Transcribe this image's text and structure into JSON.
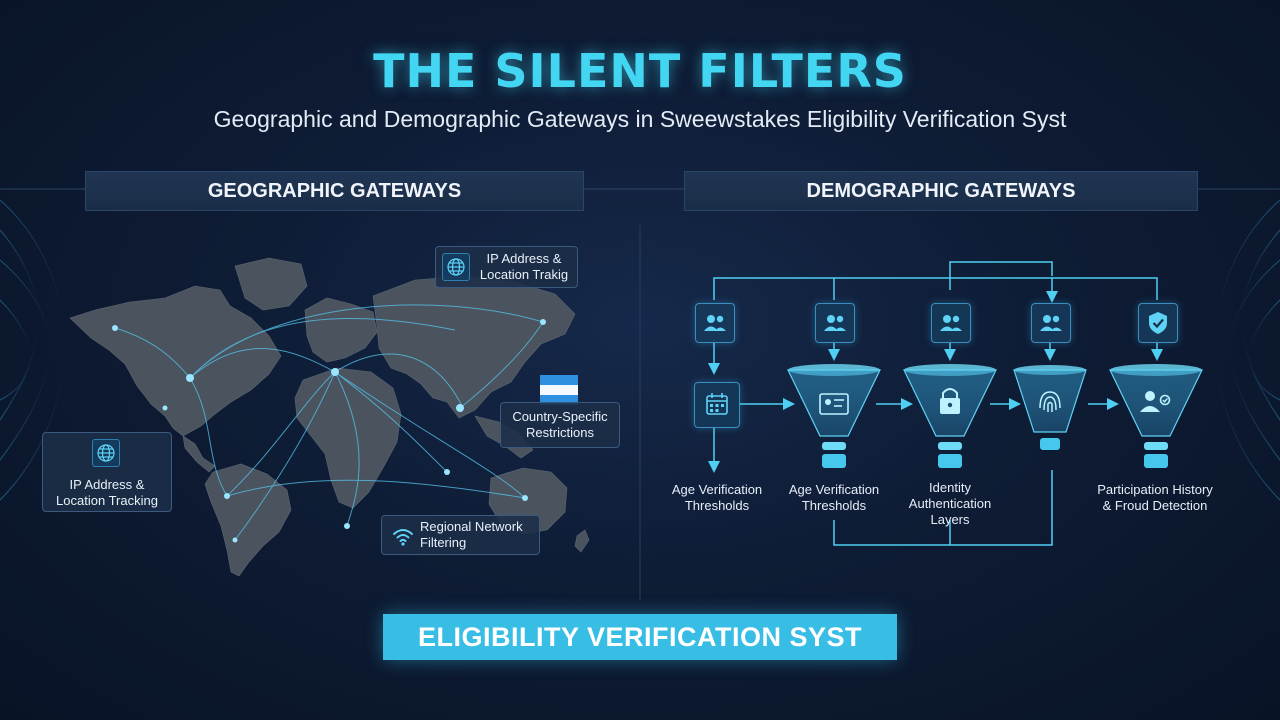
{
  "header": {
    "title": "THE SILENT FILTERS",
    "subtitle": "Geographic and Demographic Gateways in Sweewstakes Eligibility Verification Syst"
  },
  "geographic": {
    "heading": "GEOGRAPHIC GATEWAYS",
    "cards": {
      "ip_top": {
        "line1": "IP Address &",
        "line2": "Location Trakig",
        "icon": "globe-icon"
      },
      "ip_left": {
        "line1": "IP Address &",
        "line2": "Location Tracking",
        "icon": "globe-icon"
      },
      "country": {
        "line1": "Country-Specific",
        "line2": "Restrictions",
        "icon": "flag-icon"
      },
      "regional": {
        "line1": "Regional Network",
        "line2": "Filtering",
        "icon": "wifi-icon"
      }
    }
  },
  "demographic": {
    "heading": "DEMOGRAPHIC GATEWAYS",
    "nodes": [
      "users-icon",
      "users-icon",
      "users-icon",
      "users-icon",
      "shield-check-icon"
    ],
    "stages": [
      {
        "icon": "calendar-icon",
        "line1": "Age Verification",
        "line2": "Thresholds",
        "line3": ""
      },
      {
        "icon": "id-card-icon",
        "line1": "Age Verification",
        "line2": "Thresholds",
        "line3": ""
      },
      {
        "icon": "lock-icon",
        "line1": "Identity",
        "line2": "Authentication",
        "line3": "Layers"
      },
      {
        "icon": "fingerprint-icon",
        "line1": "",
        "line2": "",
        "line3": ""
      },
      {
        "icon": "user-check-icon",
        "line1": "Participation History",
        "line2": "& Froud Detection",
        "line3": ""
      }
    ]
  },
  "footer": {
    "banner": "ELIGIBILITY VERIFICATION SYST"
  },
  "colors": {
    "accent": "#43d6f2",
    "banner": "#38bde4",
    "background": "#0e1c35"
  }
}
